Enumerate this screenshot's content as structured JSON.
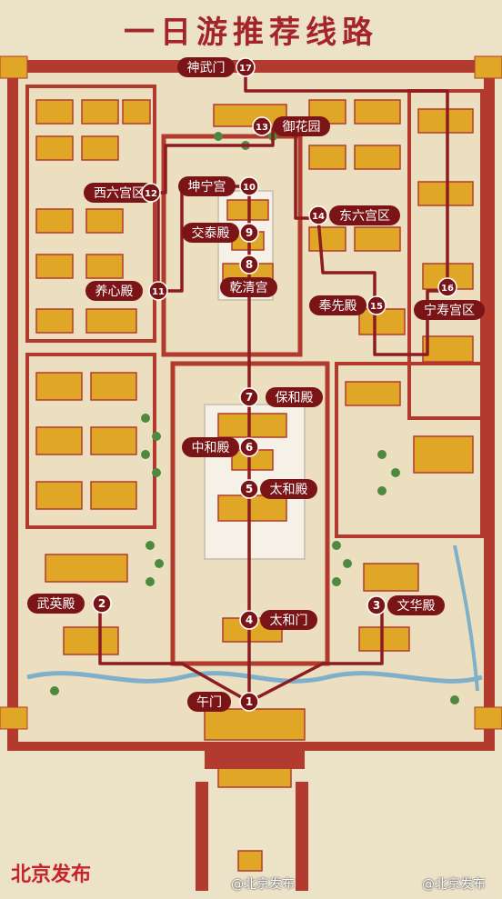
{
  "title": "一日游推荐线路",
  "brand": "北京发布",
  "watermarks": [
    "@北京发布",
    "@北京发布"
  ],
  "colors": {
    "accent_red": "#a3252a",
    "route_line": "#8c1c20",
    "label_bg": "#7a1416",
    "wall": "#b23a2e",
    "roof": "#e0a626",
    "ground": "#ece2c8",
    "tree": "#4d8a3f",
    "water": "#7fb0c9"
  },
  "stops": [
    {
      "number": "1",
      "name": "午门"
    },
    {
      "number": "2",
      "name": "武英殿"
    },
    {
      "number": "3",
      "name": "文华殿"
    },
    {
      "number": "4",
      "name": "太和门"
    },
    {
      "number": "5",
      "name": "太和殿"
    },
    {
      "number": "6",
      "name": "中和殿"
    },
    {
      "number": "7",
      "name": "保和殿"
    },
    {
      "number": "8",
      "name": "乾清宫"
    },
    {
      "number": "9",
      "name": "交泰殿"
    },
    {
      "number": "10",
      "name": "坤宁宫"
    },
    {
      "number": "11",
      "name": "养心殿"
    },
    {
      "number": "12",
      "name": "西六宫区"
    },
    {
      "number": "13",
      "name": "御花园"
    },
    {
      "number": "14",
      "name": "东六宫区"
    },
    {
      "number": "15",
      "name": "奉先殿"
    },
    {
      "number": "16",
      "name": "宁寿宫区"
    },
    {
      "number": "17",
      "name": "神武门"
    }
  ]
}
